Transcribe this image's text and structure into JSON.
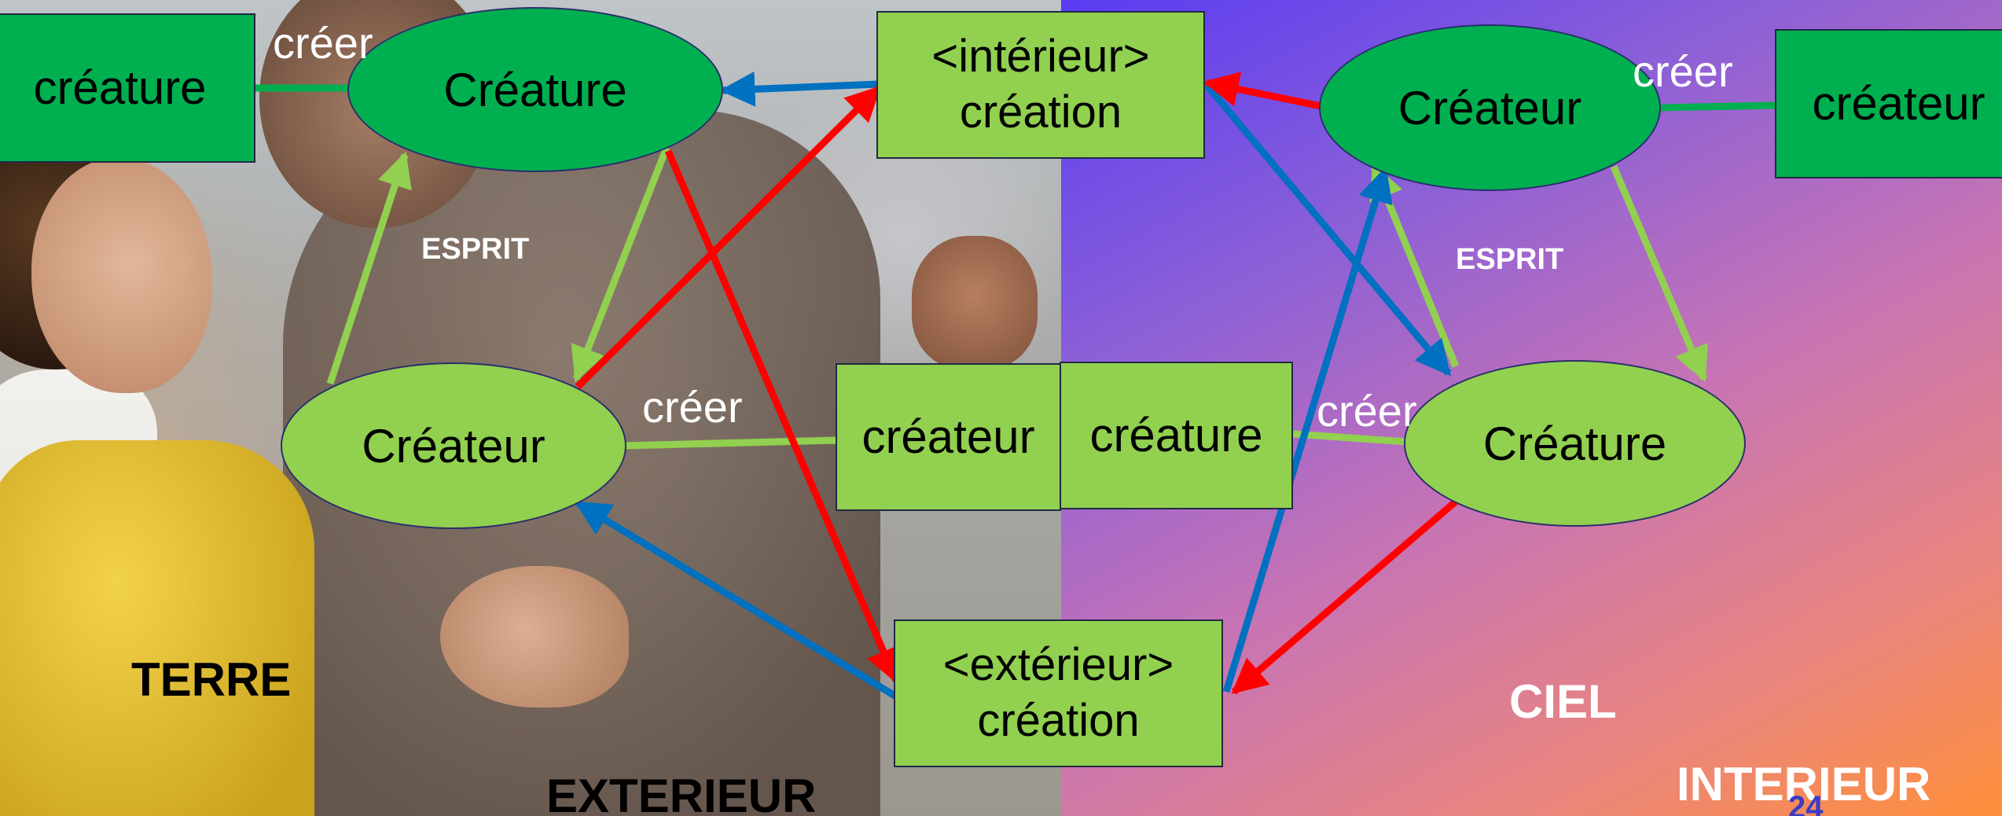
{
  "nodes": {
    "creature_top_box": "créature",
    "creature_top_ellipse": "Créature",
    "interieur_line1": "<intérieur>",
    "interieur_line2": "création",
    "createur_right_ellipse": "Créateur",
    "createur_right_box": "créateur",
    "createur_left_ellipse": "Créateur",
    "createur_mid_box": "créateur",
    "creature_mid_box": "créature",
    "creature_right_ellipse": "Créature",
    "exterieur_line1": "<extérieur>",
    "exterieur_line2": "création"
  },
  "labels": {
    "creer_top_left": "créer",
    "creer_mid_left": "créer",
    "creer_top_right": "créer",
    "creer_mid_right": "créer",
    "esprit_left": "ESPRIT",
    "esprit_right": "ESPRIT"
  },
  "regions": {
    "terre": "TERRE",
    "exterieur": "EXTERIEUR",
    "ciel": "CIEL",
    "interieur": "INTERIEUR"
  },
  "page_number": "24",
  "colors": {
    "dark_green": "#00b050",
    "light_green": "#92d050",
    "red_arrow": "#ff0000",
    "blue_arrow": "#0070c0",
    "green_arrow": "#92d050",
    "connector_dark": "#00b050",
    "connector_light": "#92d050",
    "right_gradient_start": "#5a3cf2",
    "right_gradient_end": "#ff8f3a",
    "page_number_color": "#3a3cc8"
  }
}
